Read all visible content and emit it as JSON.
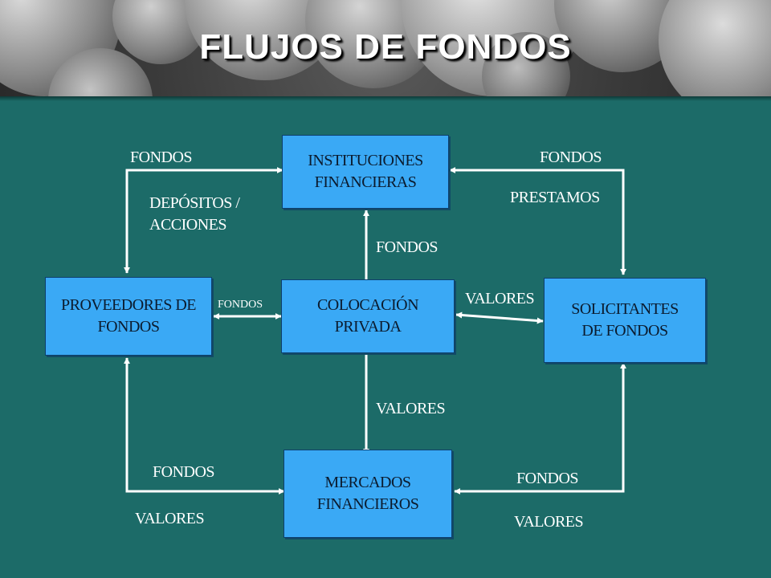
{
  "title": "FLUJOS DE FONDOS",
  "colors": {
    "background": "#1c6b68",
    "box_fill": "#3aa9f5",
    "arrows": "#ffffff",
    "title": "#ffffff"
  },
  "boxes": {
    "instituciones": {
      "line1": "INSTITUCIONES",
      "line2": "FINANCIERAS"
    },
    "proveedores": {
      "line1": "PROVEEDORES DE",
      "line2": "FONDOS"
    },
    "colocacion": {
      "line1": "COLOCACIÓN",
      "line2": "PRIVADA"
    },
    "solicitantes": {
      "line1": "SOLICITANTES",
      "line2": "DE FONDOS"
    },
    "mercados": {
      "line1": "MERCADOS",
      "line2": "FINANCIEROS"
    }
  },
  "labels": {
    "fondos_top_left": "FONDOS",
    "depositos_line1": "DEPÓSITOS /",
    "depositos_line2": "ACCIONES",
    "fondos_top_right": "FONDOS",
    "prestamos": "PRESTAMOS",
    "fondos_center_top": "FONDOS",
    "fondos_small": "FONDOS",
    "valores_right": "VALORES",
    "valores_center": "VALORES",
    "fondos_bottom_left": "FONDOS",
    "valores_bottom_left": "VALORES",
    "fondos_bottom_right": "FONDOS",
    "valores_bottom_right": "VALORES"
  }
}
